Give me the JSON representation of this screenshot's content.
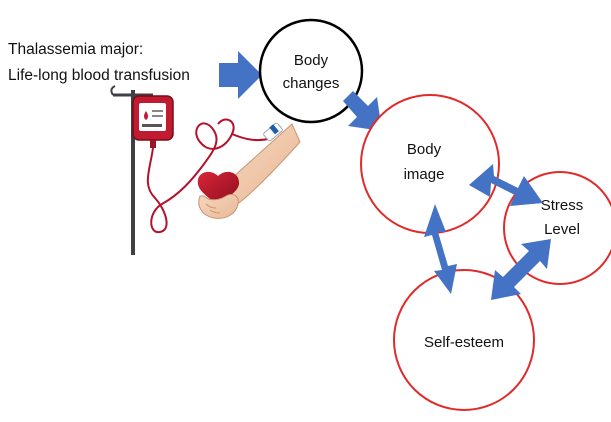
{
  "caption": {
    "line1": "Thalassemia major:",
    "line2": "Life-long blood transfusion"
  },
  "nodes": {
    "body_changes": {
      "line1": "Body",
      "line2": "changes"
    },
    "body_image": {
      "line1": "Body",
      "line2": "image"
    },
    "stress_level": {
      "line1": "Stress",
      "line2": "Level"
    },
    "self_esteem": {
      "line1": "Self-esteem"
    }
  },
  "colors": {
    "arrow": "#4472C4",
    "red_circle": "#E02B2B",
    "black_circle": "#000000",
    "blood": "#B3122B"
  }
}
